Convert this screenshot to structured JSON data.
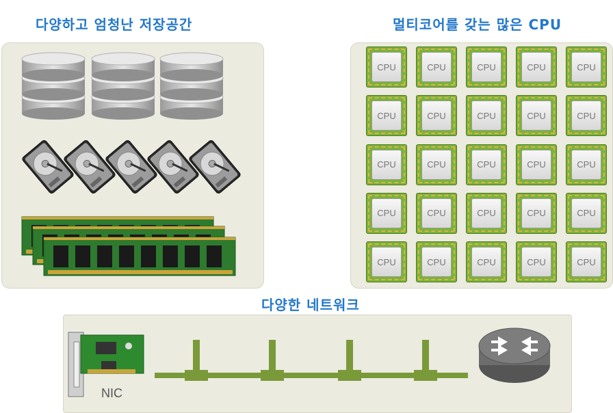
{
  "storage": {
    "title": "다양하고 엄청난 저장공간"
  },
  "cpu": {
    "title": "멀티코어를 갖는 많은 CPU",
    "chip_label": "CPU",
    "rows": 5,
    "cols": 5
  },
  "network": {
    "title": "다양한 네트워크",
    "nic_label": "NIC"
  },
  "icons": [
    "database-icon",
    "hard-disk-icon",
    "ram-module-icon",
    "cpu-icon",
    "nic-card-icon",
    "router-icon"
  ],
  "colors": {
    "title": "#2277cc",
    "panel": "#ecebe0",
    "network_bus": "#7a9a3a",
    "cpu_board": "#7ab33a"
  }
}
